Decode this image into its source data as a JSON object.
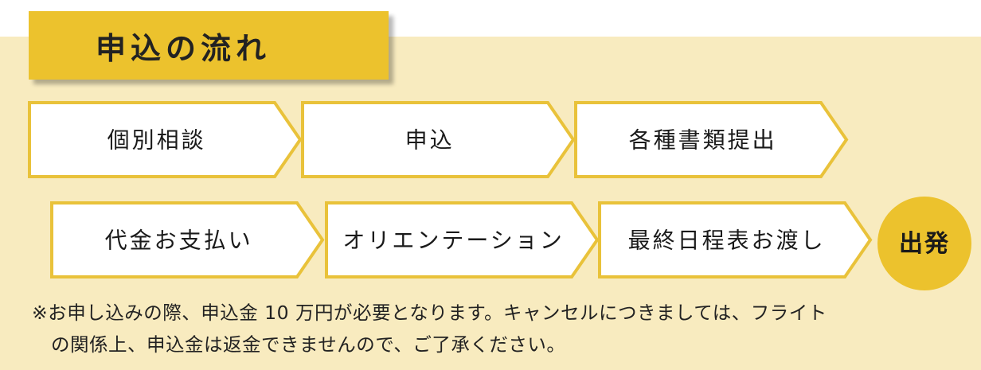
{
  "title": "申込の流れ",
  "steps_row1": [
    "個別相談",
    "申込",
    "各種書類提出"
  ],
  "steps_row2": [
    "代金お支払い",
    "オリエンテーション",
    "最終日程表お渡し"
  ],
  "final_step": "出発",
  "note_line1": "※お申し込みの際、申込金 10 万円が必要となります。キャンセルにつきましては、フライト",
  "note_line2": "の関係上、申込金は返金できませんので、ご了承ください。",
  "colors": {
    "accent": "#ecc22d",
    "background": "#f8ebbf",
    "box_fill": "#ffffff",
    "border": "#e9c23a"
  }
}
